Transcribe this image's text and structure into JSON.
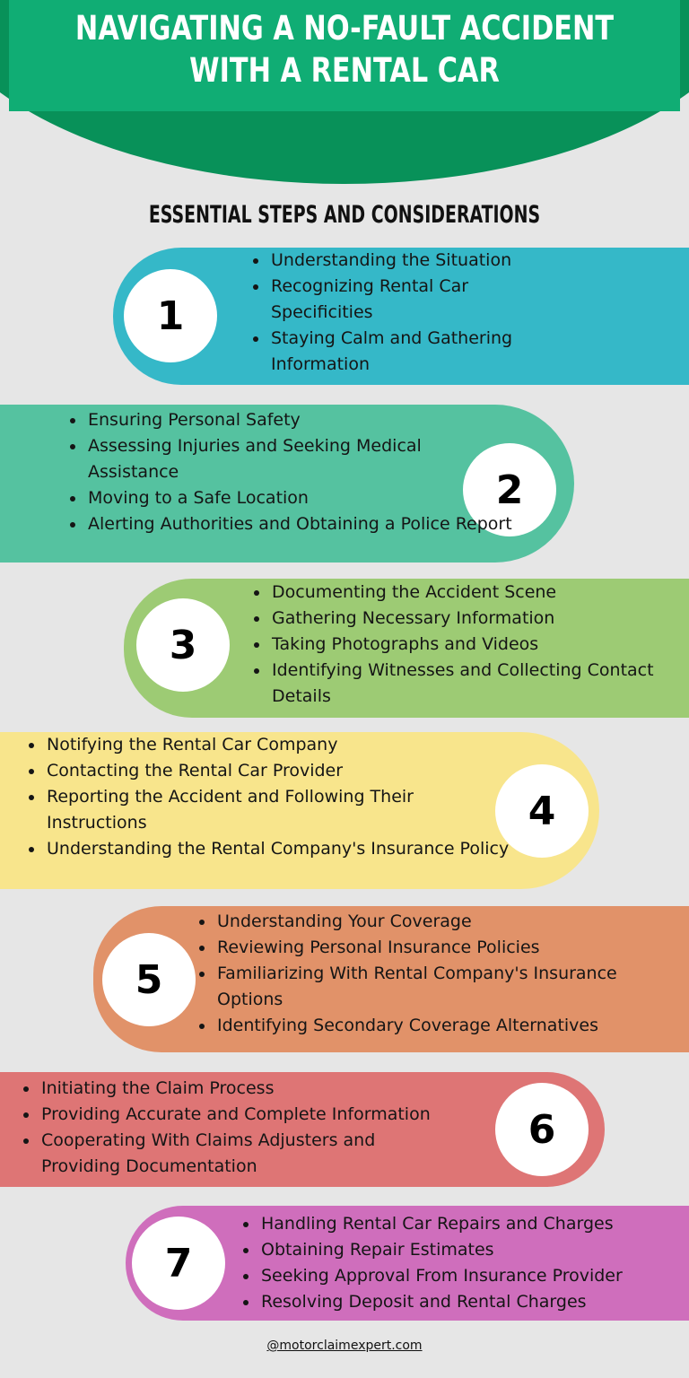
{
  "header": {
    "title": "NAVIGATING A NO-FAULT ACCIDENT WITH A RENTAL CAR"
  },
  "subtitle": "ESSENTIAL STEPS AND CONSIDERATIONS",
  "colors": {
    "header_band": "#10ad74",
    "header_ellipse": "#089159",
    "background": "#e6e6e6",
    "step1": "#35b8c8",
    "step2": "#55c2a0",
    "step3": "#9dcb74",
    "step4": "#f8e58c",
    "step5": "#e19269",
    "step6": "#de7575",
    "step7": "#cf6ebc"
  },
  "steps": [
    {
      "number": "1",
      "items": [
        "Understanding the Situation",
        "Recognizing Rental Car Specificities",
        "Staying Calm and Gathering Information"
      ]
    },
    {
      "number": "2",
      "items": [
        "Ensuring Personal Safety",
        "Assessing Injuries and Seeking Medical Assistance",
        "Moving to a Safe Location",
        "Alerting Authorities and Obtaining a Police Report"
      ]
    },
    {
      "number": "3",
      "items": [
        "Documenting the Accident Scene",
        "Gathering Necessary Information",
        "Taking Photographs and Videos",
        "Identifying Witnesses and Collecting Contact Details"
      ]
    },
    {
      "number": "4",
      "items": [
        "Notifying the Rental Car Company",
        "Contacting the Rental Car Provider",
        "Reporting the Accident and Following Their Instructions",
        "Understanding the Rental Company's Insurance Policy"
      ]
    },
    {
      "number": "5",
      "items": [
        "Understanding Your Coverage",
        "Reviewing Personal Insurance Policies",
        "Familiarizing With Rental Company's Insurance Options",
        "Identifying Secondary Coverage Alternatives"
      ]
    },
    {
      "number": "6",
      "items": [
        "Initiating the Claim Process",
        "Providing Accurate and Complete Information",
        "Cooperating With Claims Adjusters and Providing Documentation"
      ]
    },
    {
      "number": "7",
      "items": [
        "Handling Rental Car Repairs and Charges",
        "Obtaining Repair Estimates",
        "Seeking Approval From Insurance Provider",
        "Resolving Deposit and Rental Charges"
      ]
    }
  ],
  "footer": "@motorclaimexpert.com"
}
